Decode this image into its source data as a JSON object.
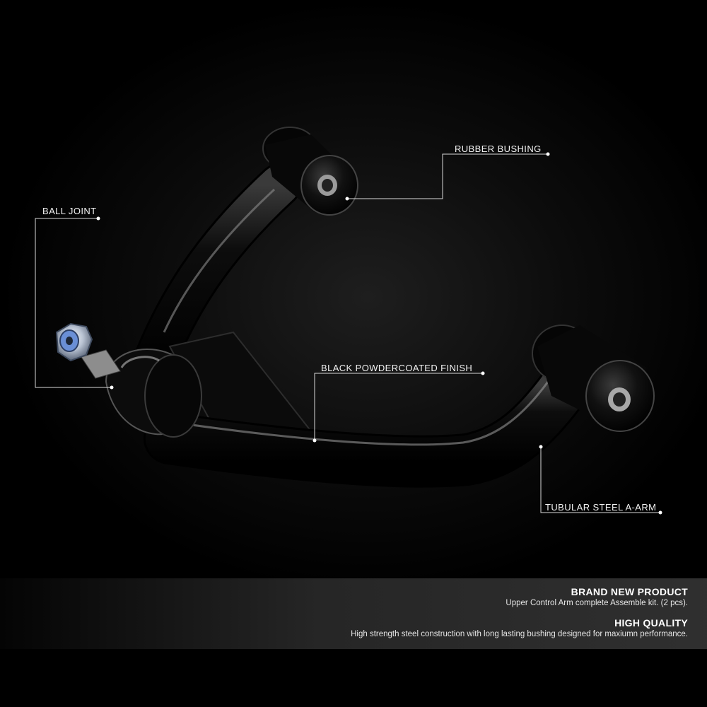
{
  "callouts": [
    {
      "id": "rubber-bushing",
      "label": "RUBBER BUSHING"
    },
    {
      "id": "ball-joint",
      "label": "BALL JOINT"
    },
    {
      "id": "black-powdercoated-finish",
      "label": "BLACK POWDERCOATED FINISH"
    },
    {
      "id": "tubular-steel-a-arm",
      "label": "TUBULAR STEEL A-ARM"
    }
  ],
  "info": [
    {
      "title": "BRAND NEW PRODUCT",
      "description": "Upper Control Arm complete Assemble kit. (2 pcs)."
    },
    {
      "title": "HIGH QUALITY",
      "description": "High strength steel construction with long lasting bushing designed for maxiumn performance."
    }
  ],
  "colors": {
    "background": "#000000",
    "arm_body": "#0a0a0a",
    "arm_highlight": "#9a9a9a",
    "leader_line": "#d9d9d9",
    "nut_blue": "#6a8fd6",
    "info_band": "#2a2a2a"
  }
}
